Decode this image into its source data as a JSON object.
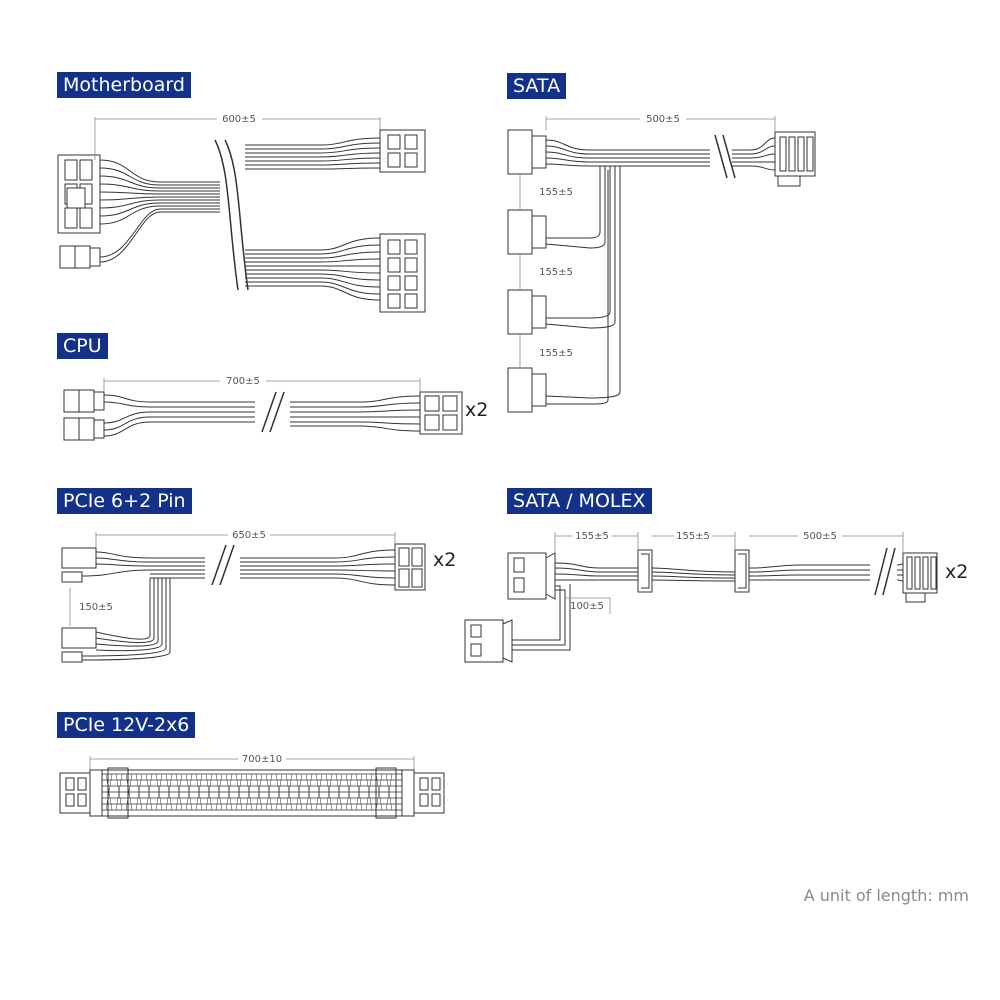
{
  "colors": {
    "label_bg": "#14318a",
    "label_text": "#ffffff",
    "line": "#333333",
    "dim": "#888888"
  },
  "sections": {
    "motherboard": {
      "title": "Motherboard",
      "length": "600±5"
    },
    "sata": {
      "title": "SATA",
      "length": "500±5",
      "gaps": [
        "155±5",
        "155±5",
        "155±5"
      ]
    },
    "cpu": {
      "title": "CPU",
      "length": "700±5",
      "qty": "x2"
    },
    "pcie62": {
      "title": "PCIe 6+2 Pin",
      "length": "650±5",
      "branch": "150±5",
      "qty": "x2"
    },
    "sata_molex": {
      "title": "SATA / MOLEX",
      "gap1": "155±5",
      "gap2": "155±5",
      "length": "500±5",
      "branch": "100±5",
      "qty": "x2"
    },
    "pcie12v": {
      "title": "PCIe 12V-2x6",
      "length": "700±10"
    }
  },
  "footer": {
    "unit_note": "A unit of length: mm"
  }
}
